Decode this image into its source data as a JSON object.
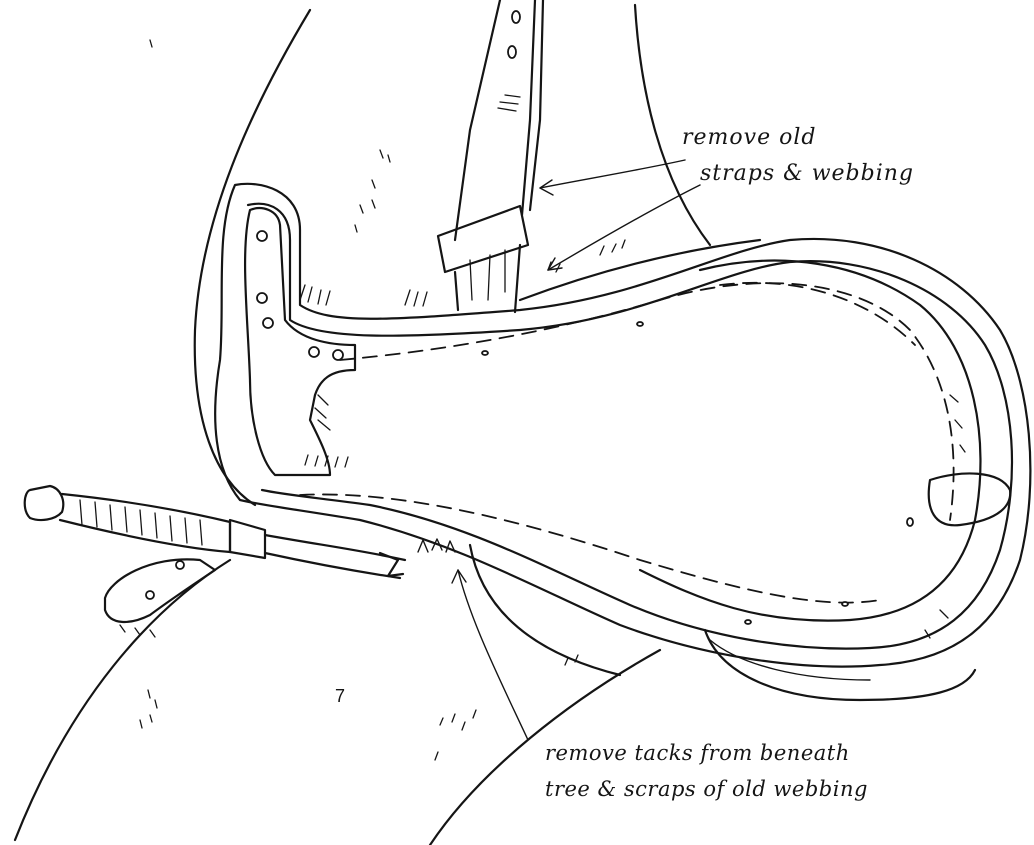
{
  "illustration": {
    "subject": "saddle tree with chisel",
    "annotations": {
      "straps": [
        "remove old",
        "straps & webbing"
      ],
      "tacks": [
        "remove tacks from beneath",
        "tree & scraps of old webbing"
      ]
    },
    "page_number": "7"
  },
  "colors": {
    "ink": "#151515",
    "paper": "#ffffff"
  },
  "icons": [
    "chisel-icon"
  ]
}
